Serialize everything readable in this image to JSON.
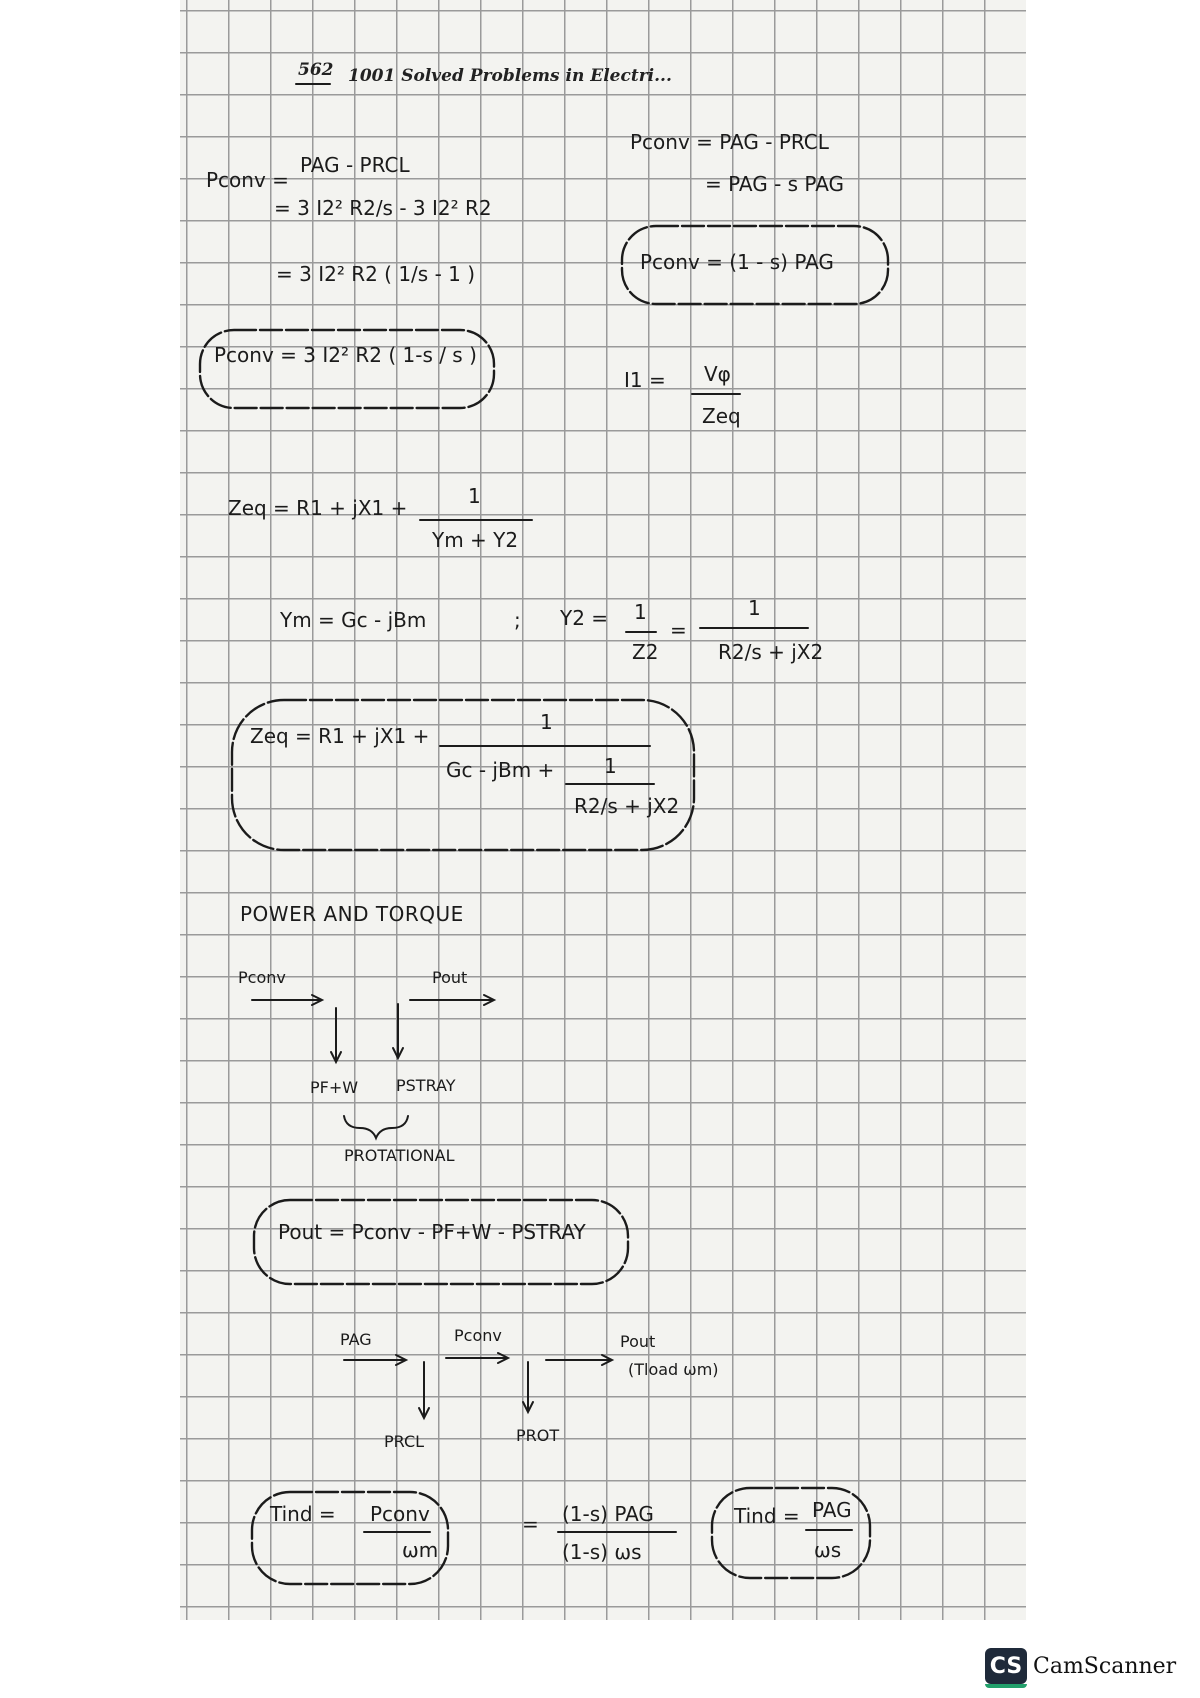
{
  "header": {
    "page_number": "562",
    "book_title": "1001 Solved Problems in Electri..."
  },
  "notes": {
    "left_block1": {
      "line1_lhs": "Pconv =",
      "line1_rhs": "PAG - PRCL",
      "line2": "= 3 I2² R2/s - 3 I2² R2",
      "line3": "= 3 I2² R2 ( 1/s - 1 )",
      "boxed": "Pconv = 3 I2² R2 ( 1-s / s )"
    },
    "right_block1": {
      "line1": "Pconv = PAG - PRCL",
      "line2": "= PAG - s PAG",
      "boxed": "Pconv = (1 - s) PAG",
      "i1_lhs": "I1 =",
      "i1_num": "Vφ",
      "i1_den": "Zeq"
    },
    "zeq1": {
      "lhs": "Zeq = R1 + jX1 +",
      "num": "1",
      "den": "Ym + Y2"
    },
    "ym": {
      "text": "Ym = Gc - jBm",
      "sep": ";",
      "y2_lhs": "Y2 =",
      "y2_frac_num": "1",
      "y2_frac_den": "Z2",
      "eq": "=",
      "y2_num": "1",
      "y2_den": "R2/s + jX2"
    },
    "zeq2": {
      "lhs": "Zeq = R1 + jX1 +",
      "num": "1",
      "den_left": "Gc - jBm +",
      "inner_num": "1",
      "inner_den": "R2/s + jX2"
    },
    "power_title": "POWER   AND   TORQUE",
    "flow1": {
      "pconv": "Pconv",
      "pout": "Pout",
      "pfw": "PF+W",
      "pstray": "PSTRAY",
      "rotational": "PROTATIONAL"
    },
    "pout_eq": "Pout = Pconv - PF+W - PSTRAY",
    "flow2": {
      "pag": "PAG",
      "pconv": "Pconv",
      "pout": "Pout",
      "pout_sub": "(Tload ωm)",
      "prcl": "PRCL",
      "prot": "PROT"
    },
    "torque": {
      "lhs": "Tind =",
      "num": "Pconv",
      "den": "ωm",
      "eq": "=",
      "num2": "(1-s) PAG",
      "den2": "(1-s) ωs",
      "boxed_lhs": "Tind =",
      "boxed_num": "PAG",
      "boxed_den": "ωs"
    }
  },
  "watermark": {
    "icon_text": "CS",
    "label": "CamScanner"
  },
  "colors": {
    "ink": "#1b1b1b",
    "grid": "#9a9a9a",
    "paper": "#f3f3f0",
    "watermark_green": "#22a06b"
  }
}
